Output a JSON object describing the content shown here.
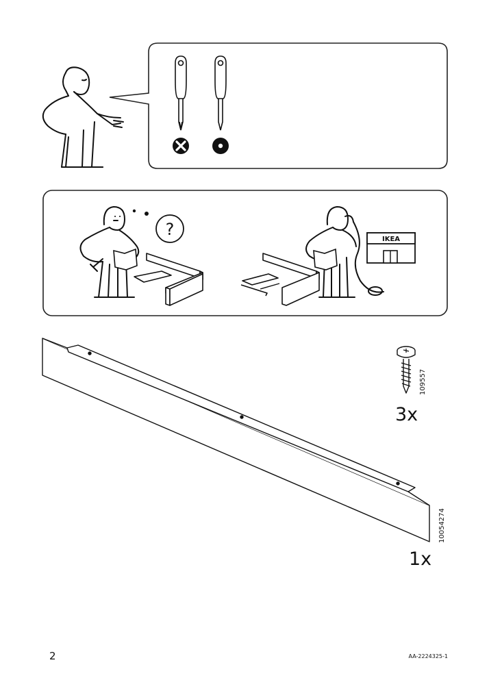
{
  "tools": {
    "items": [
      {
        "name": "Phillips screwdriver",
        "status": "not-allowed",
        "icon": "cross-circle-icon"
      },
      {
        "name": "Flat screwdriver",
        "status": "allowed",
        "icon": "dot-circle-icon"
      }
    ]
  },
  "help_panel": {
    "question_glyph": "?",
    "store_sign": "IKEA"
  },
  "parts": [
    {
      "id": "screw",
      "number": "109557",
      "quantity": "3x"
    },
    {
      "id": "rail",
      "number": "10054274",
      "quantity": "1x"
    }
  ],
  "footer": {
    "page_number": "2",
    "document_code": "AA-2224325-1"
  }
}
